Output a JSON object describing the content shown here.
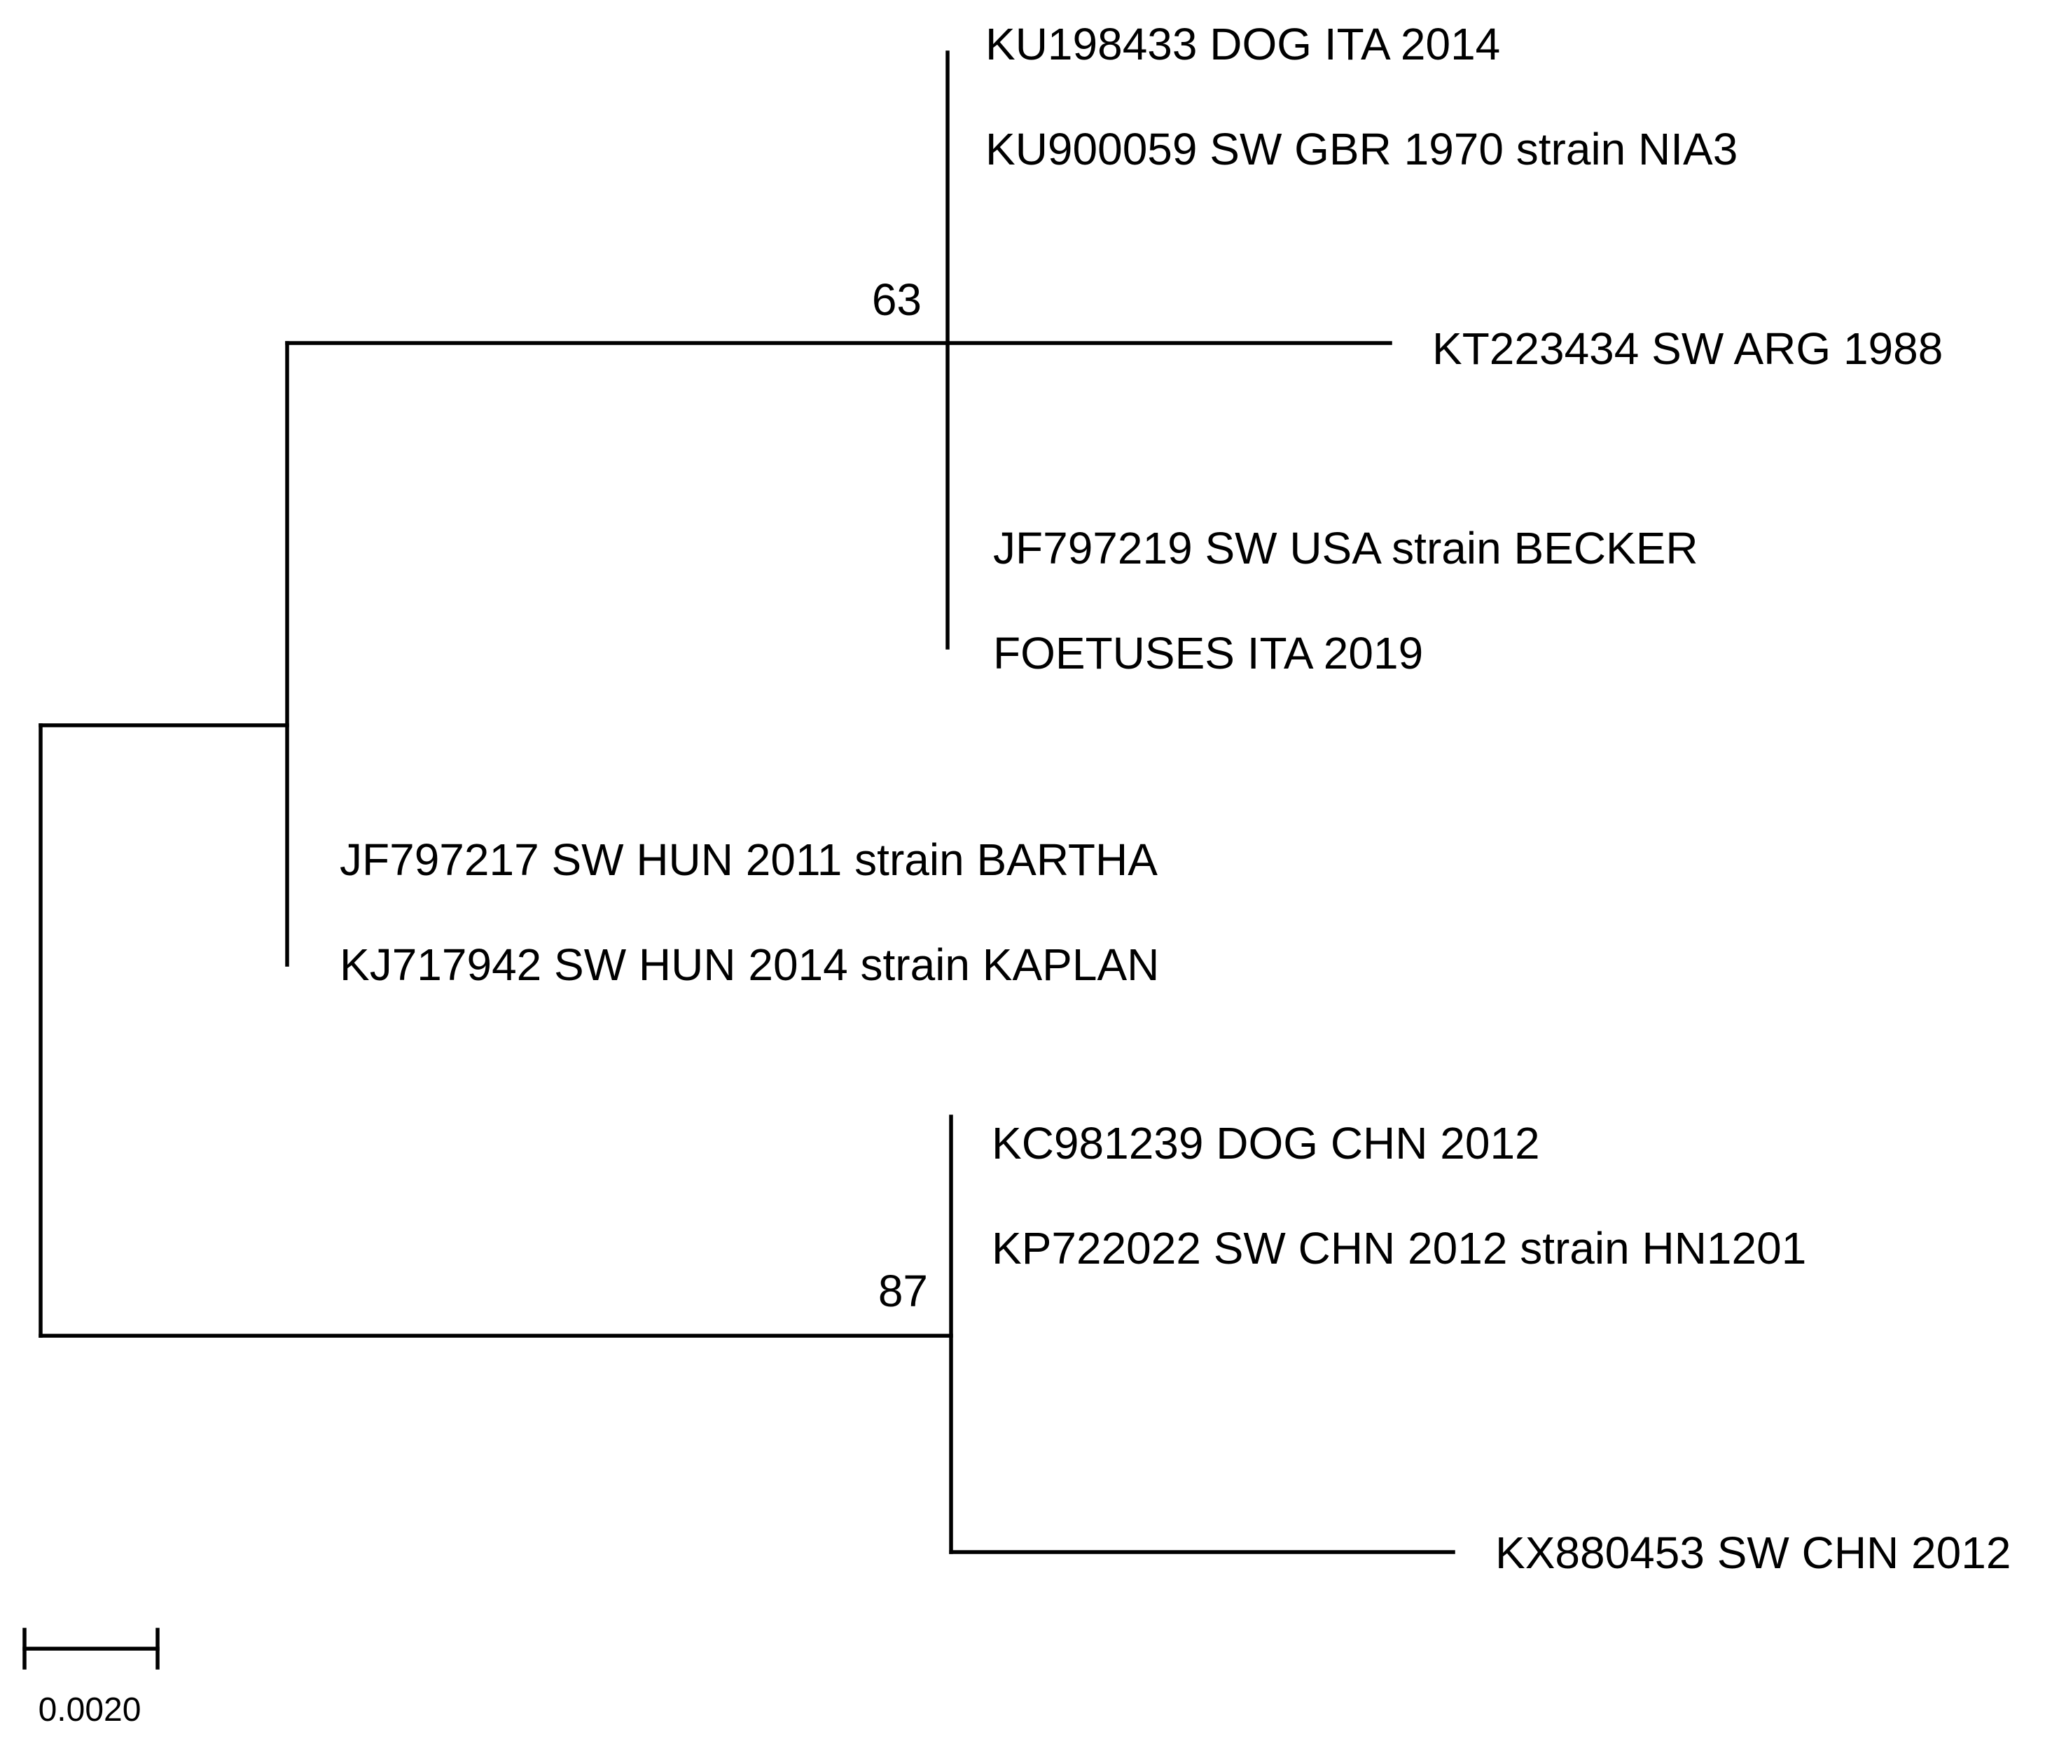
{
  "taxa": [
    {
      "id": "t1",
      "label": "KU198433 DOG ITA 2014"
    },
    {
      "id": "t2",
      "label": "KU900059 SW GBR 1970 strain NIA3"
    },
    {
      "id": "t3",
      "label": "KT223434 SW ARG 1988"
    },
    {
      "id": "t4",
      "label": "JF797219 SW USA strain BECKER"
    },
    {
      "id": "t5",
      "label": "FOETUSES ITA 2019"
    },
    {
      "id": "t6",
      "label": "JF797217 SW HUN 2011 strain BARTHA"
    },
    {
      "id": "t7",
      "label": "KJ717942 SW HUN 2014 strain KAPLAN"
    },
    {
      "id": "t8",
      "label": "KC981239 DOG CHN 2012"
    },
    {
      "id": "t9",
      "label": "KP722022 SW CHN 2012 strain HN1201"
    },
    {
      "id": "t10",
      "label": "KX880453 SW CHN 2012"
    }
  ],
  "bootstrap": {
    "western_clade": "63",
    "chinese_clade": "87"
  },
  "scale_bar": {
    "label": "0.0020",
    "value": 0.002
  },
  "colors": {
    "lines": "#000000",
    "text": "#000000",
    "background": "#ffffff"
  }
}
